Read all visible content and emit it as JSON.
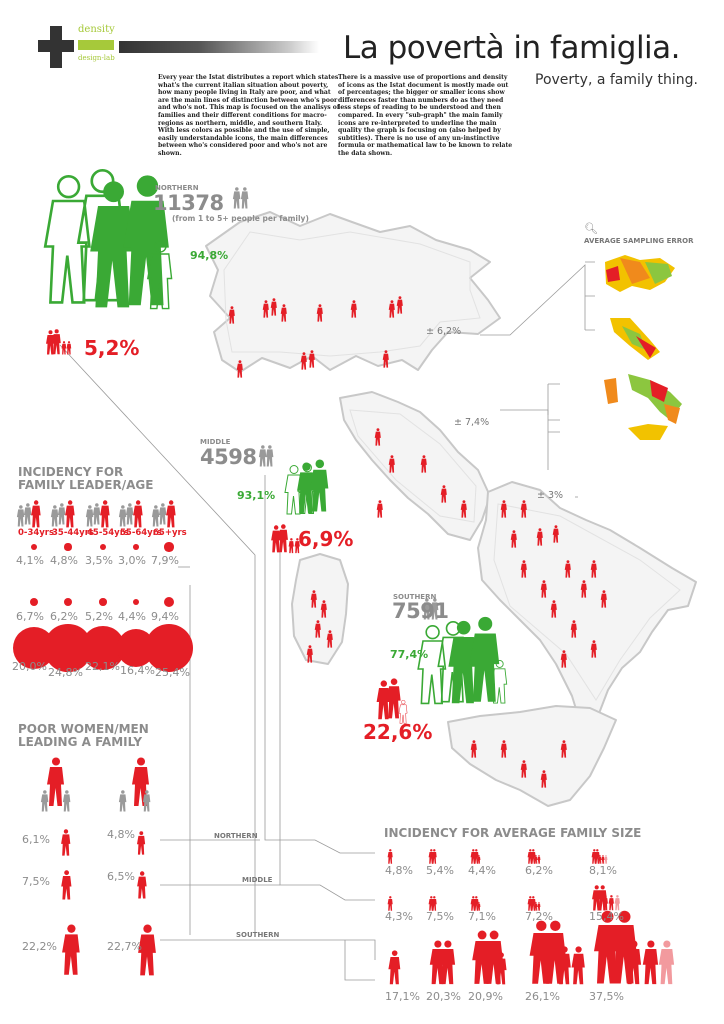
{
  "logo": {
    "top": "density",
    "bottom": "design-lab"
  },
  "header": {
    "title": "La povertà in famiglia.",
    "subtitle": "Poverty, a family thing.",
    "intro_left": "Every year the Istat distributes a report which states what's the current italian situation about poverty, how many people living in Italy are poor, and what are the main lines of distinction between who's poor and who's not. This map is focused on the analisys of families and their different conditions for macro-regions as northern, middle, and southern Italy. With less colors as possible and the use of simple, easily understandable icons, the main differences between who's considered poor and who's not are shown.",
    "intro_right": "There is a massive use of proportions and density of icons as the Istat document is mostly made out of percentages; the bigger or smaller icons show differences faster than numbers do as they need less steps of reading to be understood and then compared. In every \"sub-graph\" the main family icons are re-interpreted to underline the main quality the graph is focusing on (also helped by subtitles). There is no use of any un-instinctive formula or mathematical law to be known to relate the data shown."
  },
  "regions": {
    "northern": {
      "label": "NORTHERN",
      "families": "11378",
      "note": "(from 1 to 5+ people per family)",
      "not_poor": "94,8%",
      "poor": "5,2%",
      "error": "± 6,2%"
    },
    "middle": {
      "label": "MIDDLE",
      "families": "4598",
      "not_poor": "93,1%",
      "poor": "6,9%",
      "error": "± 7,4%"
    },
    "southern": {
      "label": "SOUTHERN",
      "families": "7591",
      "not_poor": "77,4%",
      "poor": "22,6%",
      "error": "± 3%"
    }
  },
  "sampling_error": {
    "title": "AVERAGE SAMPLING ERROR"
  },
  "age": {
    "title_1": "INCIDENCY FOR",
    "title_2": "FAMILY LEADER/AGE",
    "labels": [
      "0-34yrs",
      "35-44yrs",
      "45-54yrs",
      "55-64yrs",
      "65+yrs"
    ],
    "rows": [
      [
        "4,1%",
        "4,8%",
        "3,5%",
        "3,0%",
        "7,9%"
      ],
      [
        "6,7%",
        "6,2%",
        "5,2%",
        "4,4%",
        "9,4%"
      ],
      [
        "20,0%",
        "24,8%",
        "22,1%",
        "16,4%",
        "25,4%"
      ]
    ],
    "values": [
      [
        4.1,
        4.8,
        3.5,
        3.0,
        7.9
      ],
      [
        6.7,
        6.2,
        5.2,
        4.4,
        9.4
      ],
      [
        20.0,
        24.8,
        22.1,
        16.4,
        25.4
      ]
    ]
  },
  "gender": {
    "title_1": "POOR WOMEN/MEN",
    "title_2": "LEADING A FAMILY",
    "women": [
      "6,1%",
      "7,5%",
      "22,2%"
    ],
    "men": [
      "4,8%",
      "6,5%",
      "22,7%"
    ],
    "women_values": [
      6.1,
      7.5,
      22.2
    ],
    "men_values": [
      4.8,
      6.5,
      22.7
    ]
  },
  "connectors": [
    "NORTHERN",
    "MIDDLE",
    "SOUTHERN"
  ],
  "family_size": {
    "title": "INCIDENCY FOR AVERAGE FAMILY SIZE",
    "rows": [
      [
        "4,8%",
        "5,4%",
        "4,4%",
        "6,2%",
        "8,1%"
      ],
      [
        "4,3%",
        "7,5%",
        "7,1%",
        "7,2%",
        "15,4%"
      ],
      [
        "17,1%",
        "20,3%",
        "20,9%",
        "26,1%",
        "37,5%"
      ]
    ],
    "values": [
      [
        4.8,
        5.4,
        4.4,
        6.2,
        8.1
      ],
      [
        4.3,
        7.5,
        7.1,
        7.2,
        15.4
      ],
      [
        17.1,
        20.3,
        20.9,
        26.1,
        37.5
      ]
    ]
  },
  "colors": {
    "poor": "#e41e26",
    "not_poor": "#3aa935",
    "neutral": "#8c8c8c",
    "accent": "#a6c93a"
  }
}
